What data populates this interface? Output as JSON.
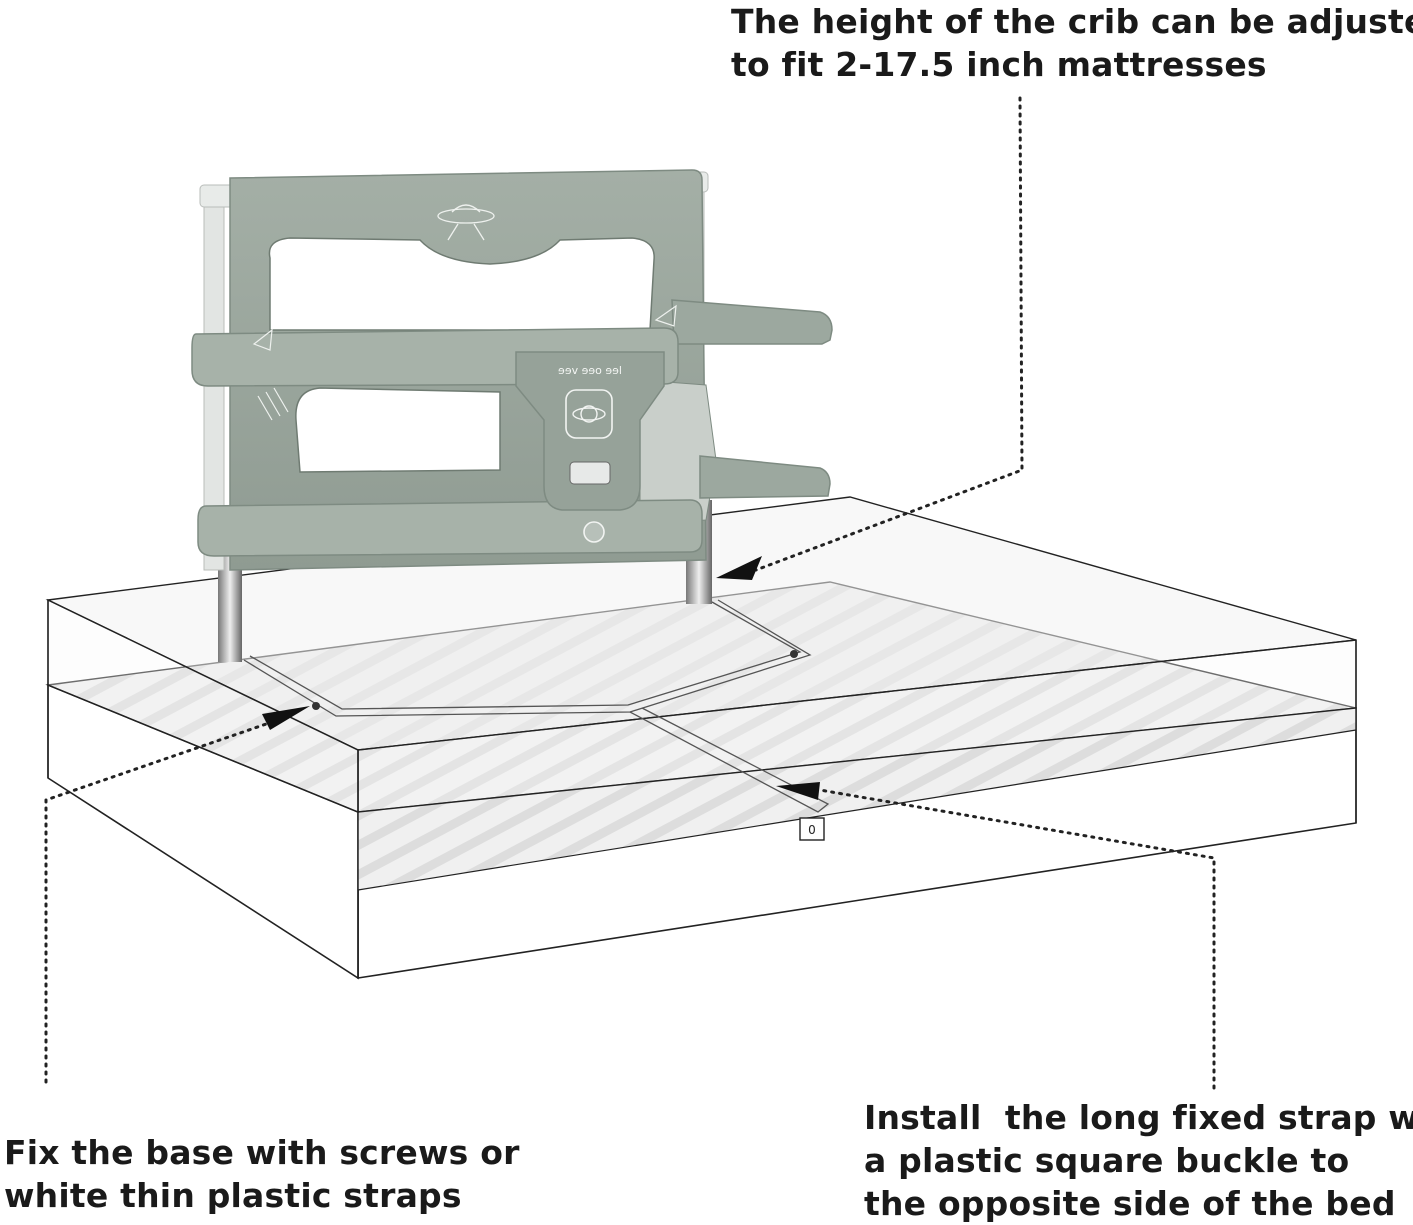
{
  "callouts": {
    "height": {
      "line1": "The height of the crib can be adjusted",
      "line2": "to fit 2-17.5 inch mattresses"
    },
    "base": {
      "line1": "Fix the base with screws or",
      "line2": "white thin plastic straps"
    },
    "strap": {
      "line1": "Install  the long fixed strap with",
      "line2": "a plastic square buckle to",
      "line3": "the opposite side of the bed"
    }
  },
  "product": {
    "brand_mark": "ɘɘv ɘɘo ɘɘl",
    "buckle_glyph": "0"
  },
  "colors": {
    "crib_fabric": "#9aa69d",
    "crib_fabric_dark": "#7e8b82",
    "frame_metal": "#d9dcda",
    "mattress_outline": "#222222"
  }
}
